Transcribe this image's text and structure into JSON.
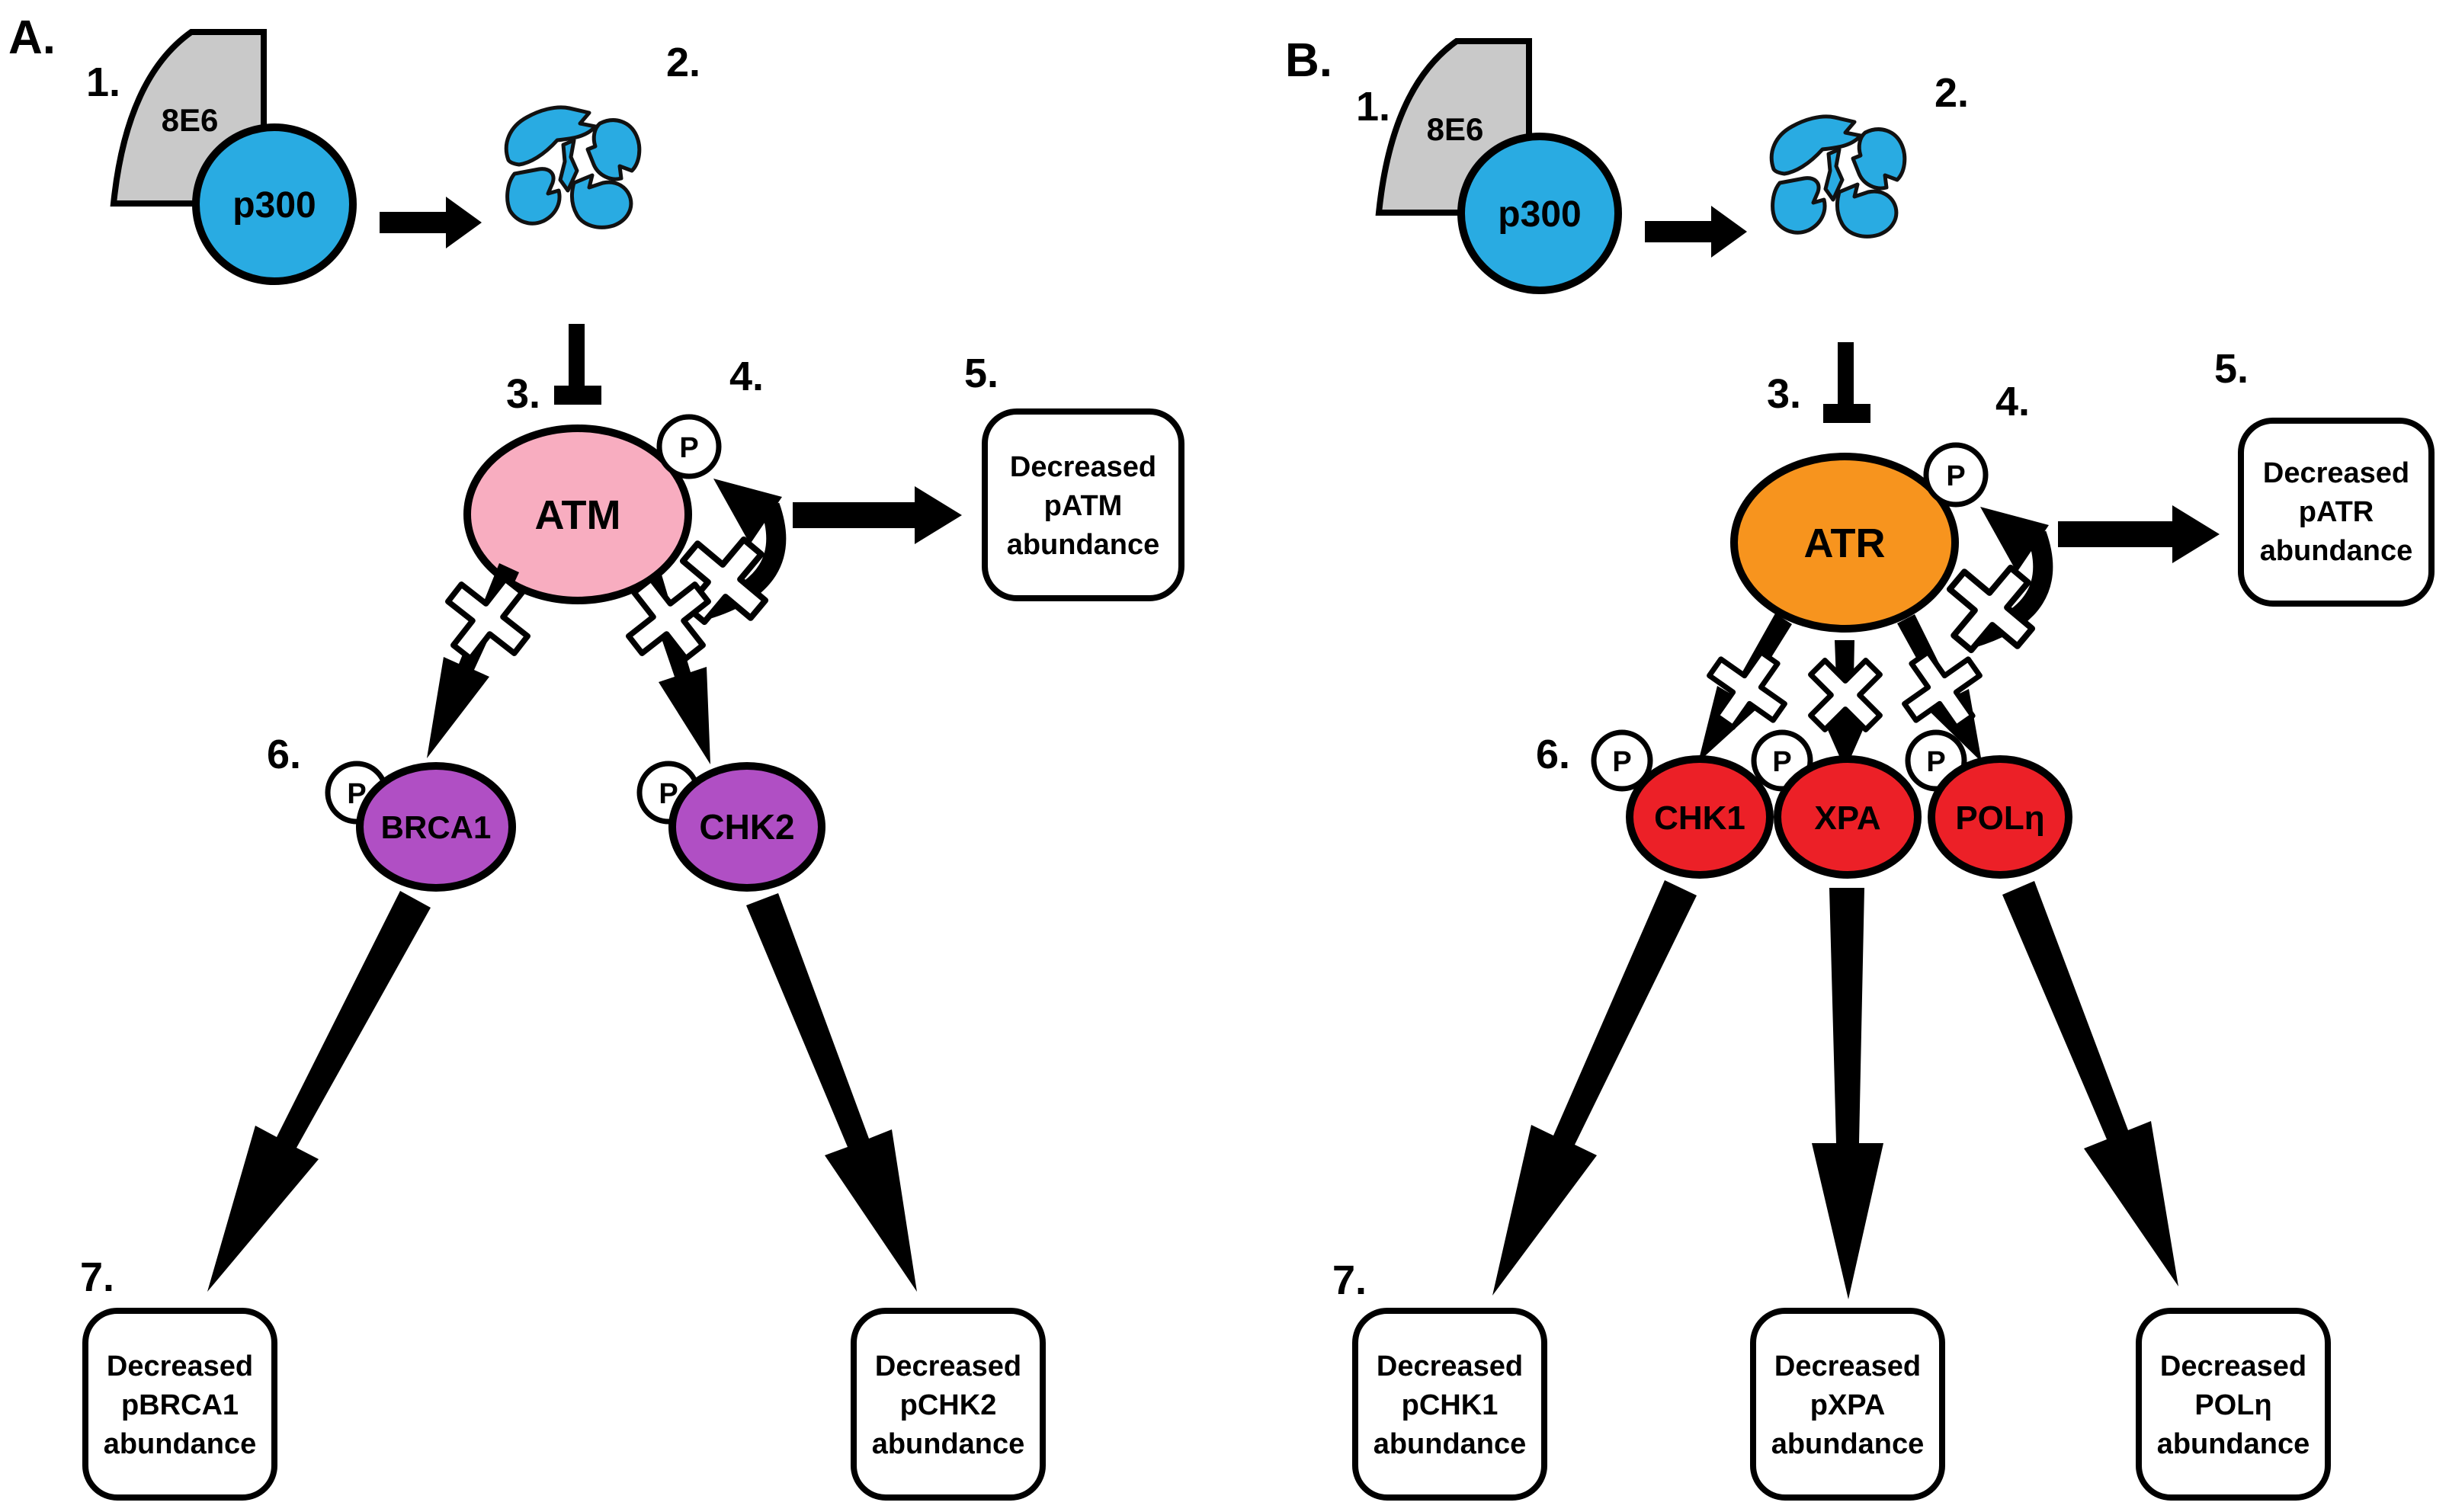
{
  "colors": {
    "fragment_blue": "#29ABE2",
    "inhibitor_gray": "#C9C9C9",
    "kinase_a_pink": "#F8ADC0",
    "substrate_a_purple": "#B04FC4",
    "kinase_b_orange": "#F7941E",
    "substrate_b_red": "#EC2027",
    "outline_black": "#000000"
  },
  "panelA": {
    "label": "A.",
    "steps": {
      "s1": "1.",
      "s2": "2.",
      "s3": "3.",
      "s4": "4.",
      "s5": "5.",
      "s6": "6.",
      "s7": "7."
    },
    "inhibitor": "8E6",
    "coactivator": "p300",
    "phospho": "P",
    "kinase": "ATM",
    "kinase_outcome": {
      "l1": "Decreased",
      "l2": "pATM",
      "l3": "abundance"
    },
    "substrate1": "BRCA1",
    "substrate2": "CHK2",
    "outcome1": {
      "l1": "Decreased",
      "l2": "pBRCA1",
      "l3": "abundance"
    },
    "outcome2": {
      "l1": "Decreased",
      "l2": "pCHK2",
      "l3": "abundance"
    }
  },
  "panelB": {
    "label": "B.",
    "steps": {
      "s1": "1.",
      "s2": "2.",
      "s3": "3.",
      "s4": "4.",
      "s5": "5.",
      "s6": "6.",
      "s7": "7."
    },
    "inhibitor": "8E6",
    "coactivator": "p300",
    "phospho": "P",
    "kinase": "ATR",
    "kinase_outcome": {
      "l1": "Decreased",
      "l2": "pATR",
      "l3": "abundance"
    },
    "substrate1": "CHK1",
    "substrate2": "XPA",
    "substrate3": "POLη",
    "outcome1": {
      "l1": "Decreased",
      "l2": "pCHK1",
      "l3": "abundance"
    },
    "outcome2": {
      "l1": "Decreased",
      "l2": "pXPA",
      "l3": "abundance"
    },
    "outcome3": {
      "l1": "Decreased",
      "l2": "POLη",
      "l3": "abundance"
    }
  }
}
